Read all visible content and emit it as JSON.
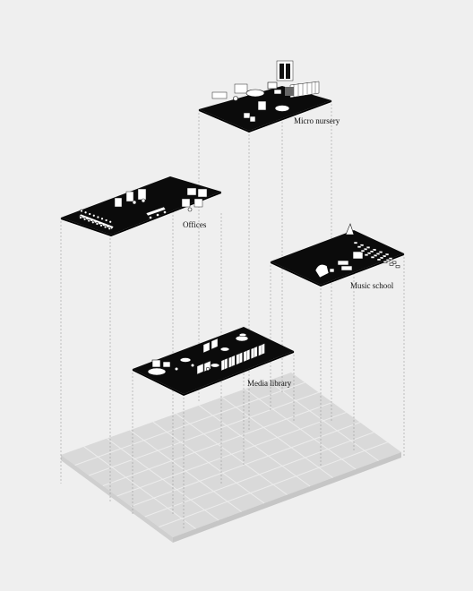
{
  "diagram": {
    "background": "#efefef",
    "floor_color": "#0b0b0b",
    "base_color": "#dcdcdc",
    "levels": [
      {
        "id": "micro-nursery",
        "label": "Micro nursery"
      },
      {
        "id": "offices",
        "label": "Offices"
      },
      {
        "id": "music-school",
        "label": "Music school"
      },
      {
        "id": "media-library",
        "label": "Media library"
      }
    ]
  }
}
